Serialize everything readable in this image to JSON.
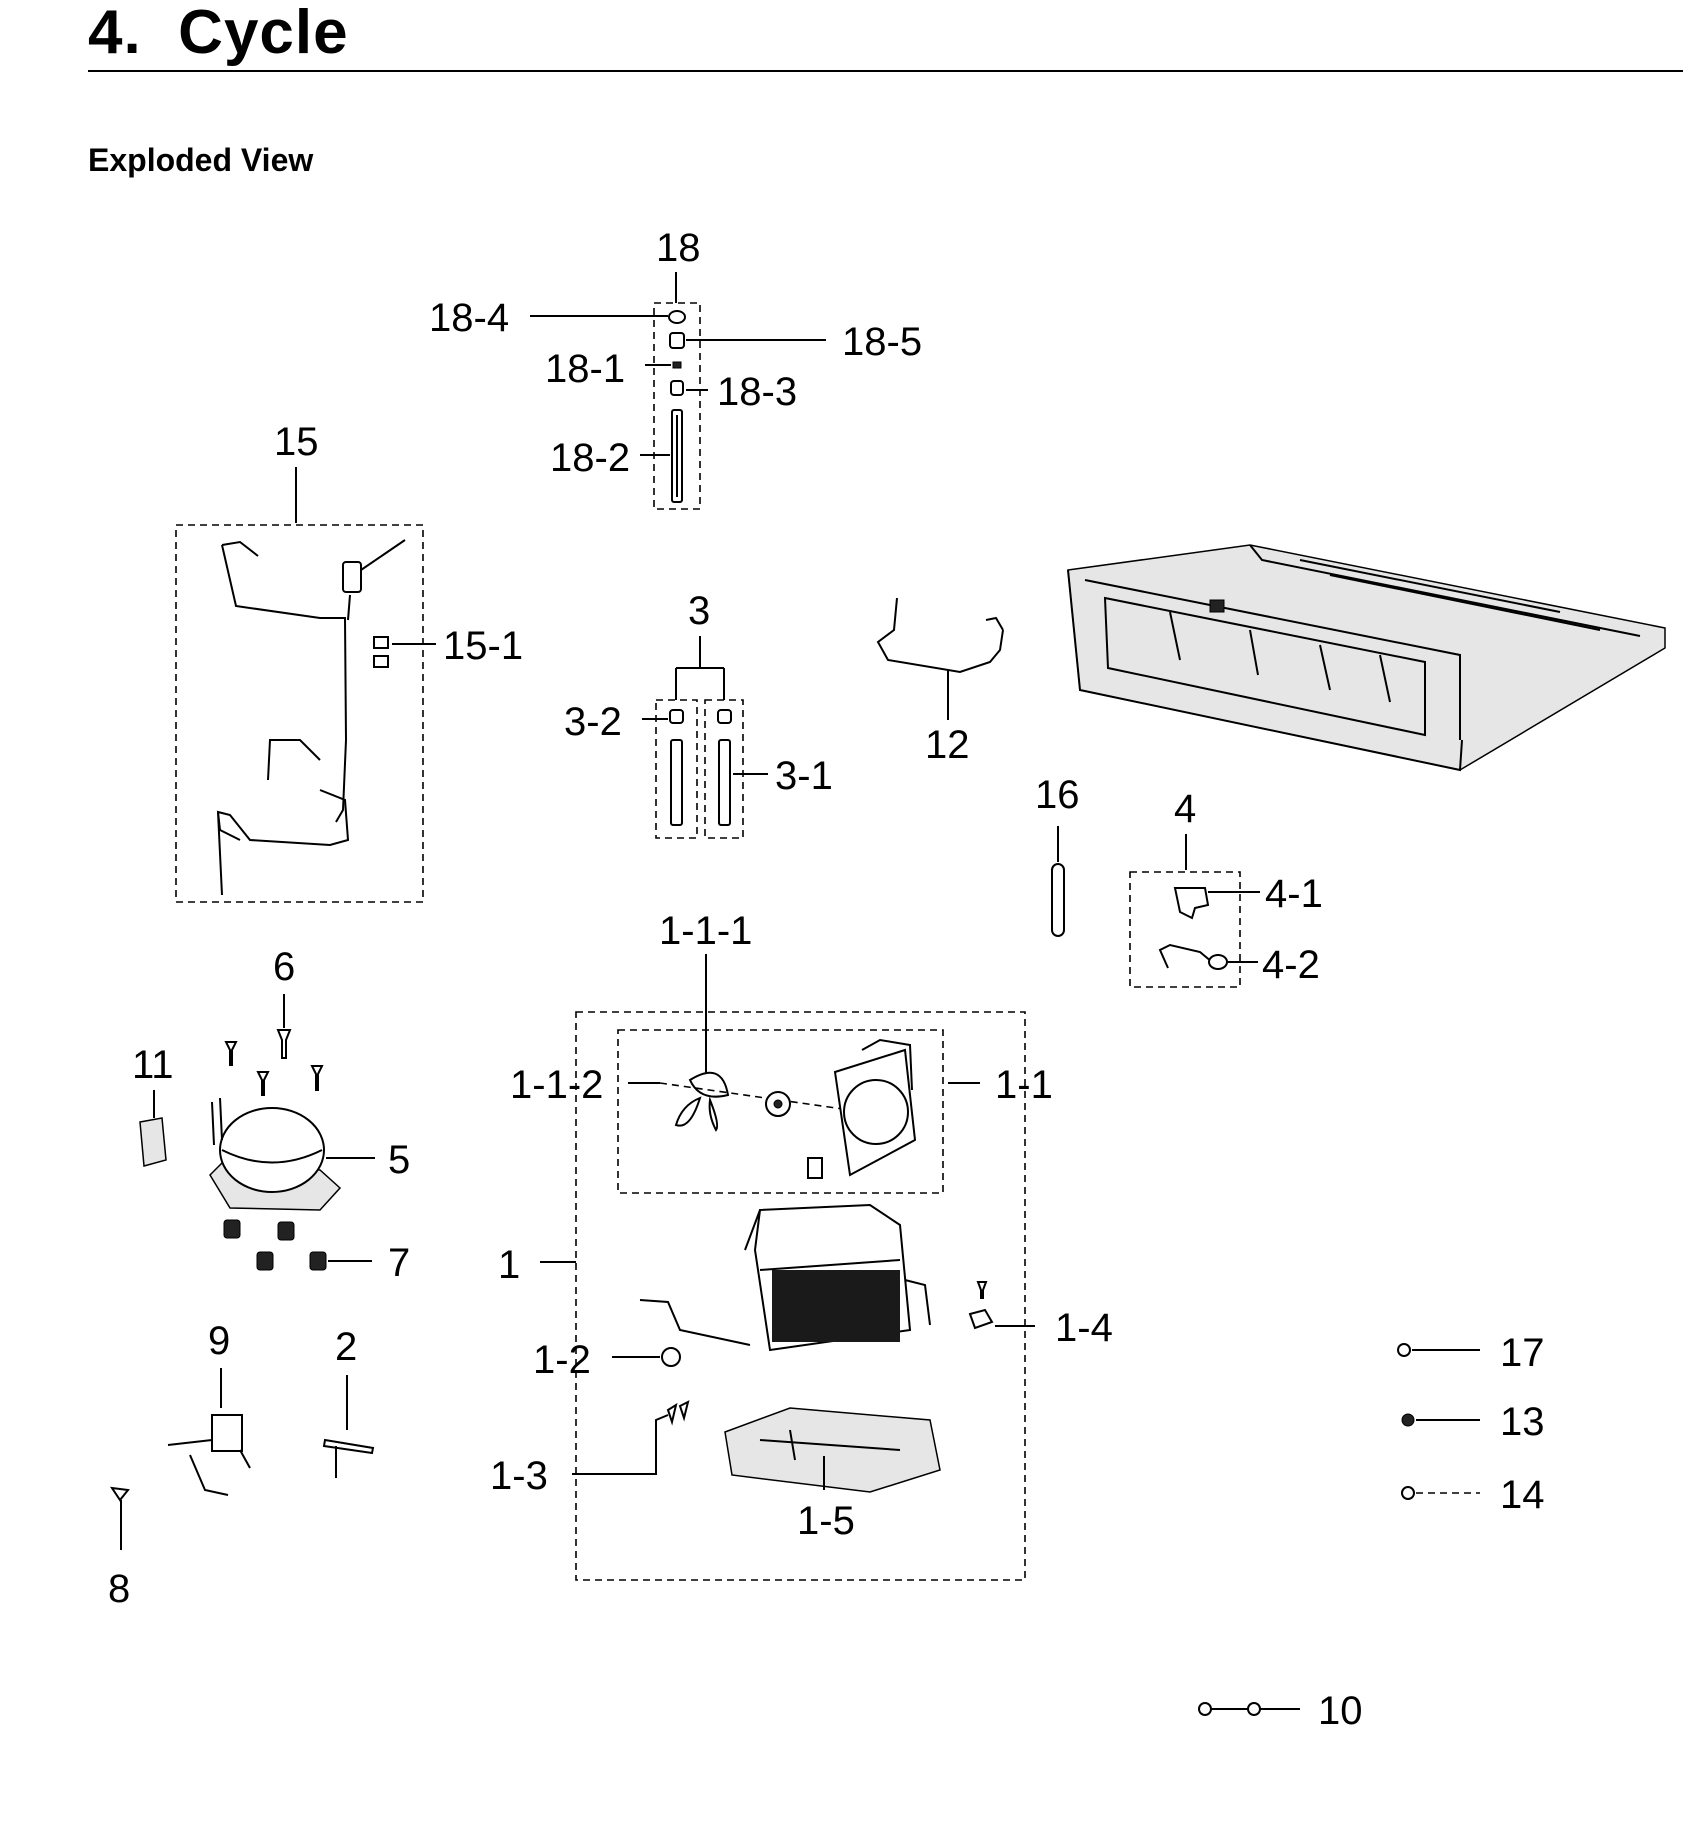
{
  "header": {
    "section_number": "4.",
    "title": "Cycle",
    "subtitle": "Exploded View"
  },
  "labels": {
    "p18": "18",
    "p18_4": "18-4",
    "p18_5": "18-5",
    "p18_1": "18-1",
    "p18_3": "18-3",
    "p18_2": "18-2",
    "p15": "15",
    "p15_1": "15-1",
    "p3": "3",
    "p3_2": "3-2",
    "p3_1": "3-1",
    "p12": "12",
    "p16": "16",
    "p4": "4",
    "p4_1": "4-1",
    "p4_2": "4-2",
    "p6": "6",
    "p11": "11",
    "p5": "5",
    "p7": "7",
    "p1_1_1": "1-1-1",
    "p1_1_2": "1-1-2",
    "p1_1": "1-1",
    "p1": "1",
    "p1_2": "1-2",
    "p1_3": "1-3",
    "p1_4": "1-4",
    "p1_5": "1-5",
    "p9": "9",
    "p2": "2",
    "p8": "8",
    "p17": "17",
    "p13": "13",
    "p14": "14",
    "p10": "10"
  }
}
